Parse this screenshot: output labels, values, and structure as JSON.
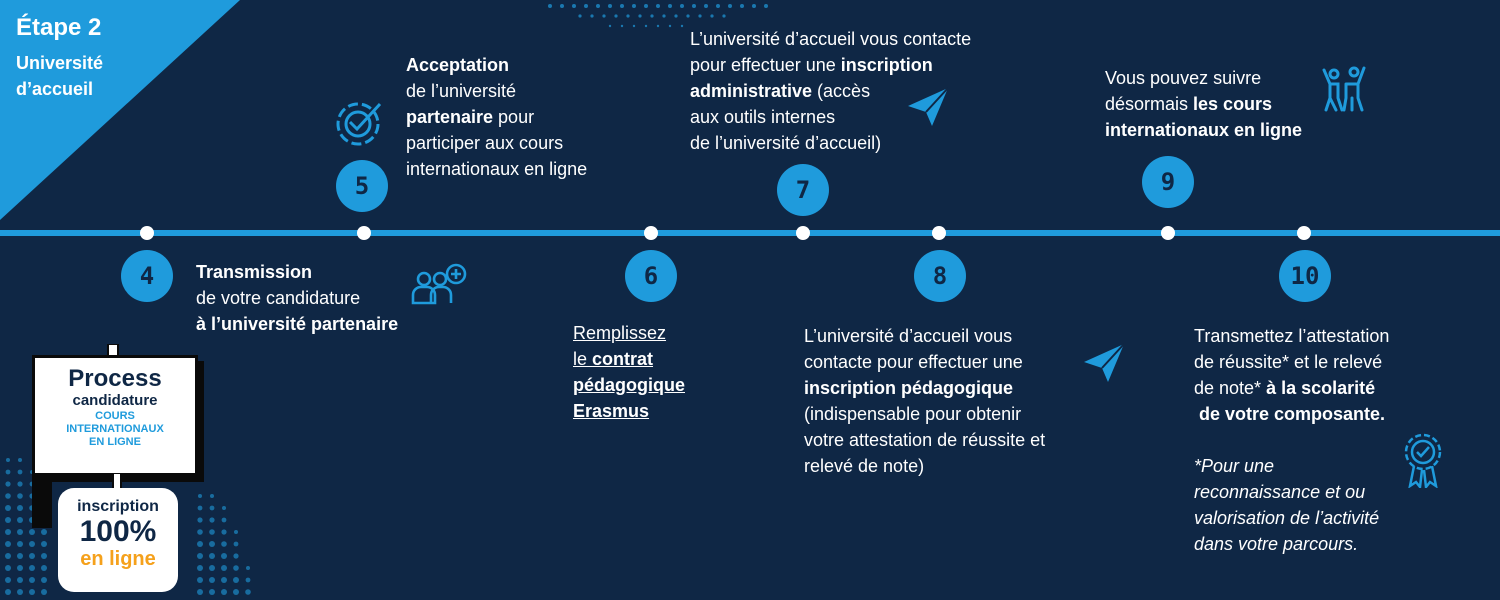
{
  "stage": {
    "title": "Étape 2",
    "subtitle": "Université d’accueil"
  },
  "colors": {
    "background": "#0f2745",
    "accent": "#1f9bdc",
    "orange": "#f5a11c",
    "white": "#ffffff"
  },
  "steps": {
    "s4": {
      "num": "4",
      "bold1": "Transmission",
      "text": "de votre candidature",
      "bold2": "à l’université partenaire",
      "icon": "users-add-icon"
    },
    "s5": {
      "num": "5",
      "bold1": "Acceptation",
      "line2": "de l’université",
      "bold2": "partenaire",
      "line3": " pour",
      "line4": "participer aux cours",
      "line5": "internationaux en ligne",
      "icon": "check-target-icon"
    },
    "s6": {
      "num": "6",
      "line1": "Remplissez",
      "line2a": "le ",
      "bold1": "contrat",
      "bold2": "pédagogique",
      "bold3": "Erasmus"
    },
    "s7": {
      "num": "7",
      "line1": "L’université d’accueil vous contacte",
      "line2": "pour effectuer une ",
      "bold1": "inscription",
      "bold2": "administrative",
      "line3": " (accès",
      "line4": "aux outils internes",
      "line5": "de l’université d’accueil)",
      "icon": "paper-plane-icon"
    },
    "s8": {
      "num": "8",
      "line1": "L’université d’accueil vous",
      "line2": "contacte pour effectuer une",
      "bold1": "inscription pédagogique",
      "line3": "(indispensable pour obtenir",
      "line4": "votre attestation de réussite et",
      "line5": "relevé de note)",
      "icon": "paper-plane-icon"
    },
    "s9": {
      "num": "9",
      "line1": "Vous pouvez suivre",
      "line2": "désormais ",
      "bold1": "les cours",
      "bold2": "internationaux en ligne",
      "icon": "people-cheer-icon"
    },
    "s10": {
      "num": "10",
      "line1": "Transmettez l’attestation",
      "line2": "de réussite* et le relevé",
      "line3": "de note* ",
      "bold1": "à la scolarité",
      "bold2": "de votre composante.",
      "note1": "*Pour une",
      "note2": "reconnaissance et ou",
      "note3": "valorisation de l’activité",
      "note4": "dans votre parcours.",
      "icon": "award-ribbon-icon"
    }
  },
  "sign": {
    "title": "Process",
    "subtitle": "candidature",
    "line1": "COURS",
    "line2": "INTERNATIONAUX",
    "line3": "EN LIGNE"
  },
  "badge": {
    "line1": "inscription",
    "line2": "100%",
    "line3": "en ligne"
  }
}
